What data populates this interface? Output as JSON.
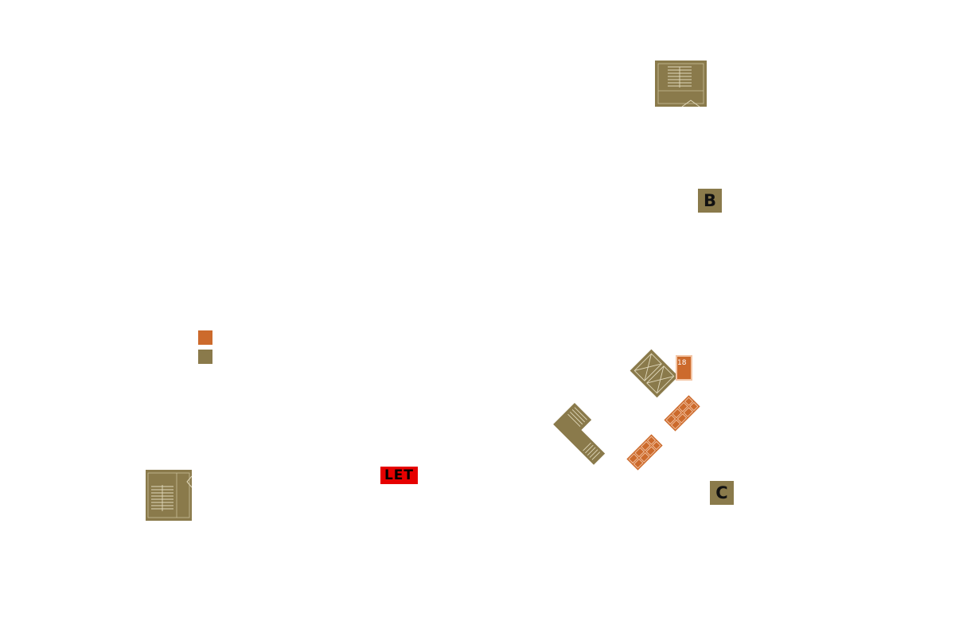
{
  "colors": {
    "background": "#ffffff",
    "core": "#8a7a4b",
    "core_detail": "#c9bf9a",
    "unit": "#cc6a2c",
    "unit_detail": "#f3c6a6",
    "let_badge": "#e60000"
  },
  "blocks": {
    "b": {
      "label": "B"
    },
    "c": {
      "label": "C"
    }
  },
  "status": {
    "let_label": "LET"
  },
  "legend": {
    "items": [
      {
        "color": "#cc6a2c"
      },
      {
        "color": "#8a7a4b"
      }
    ]
  },
  "unit_numbers": {
    "unit_18": "18"
  }
}
